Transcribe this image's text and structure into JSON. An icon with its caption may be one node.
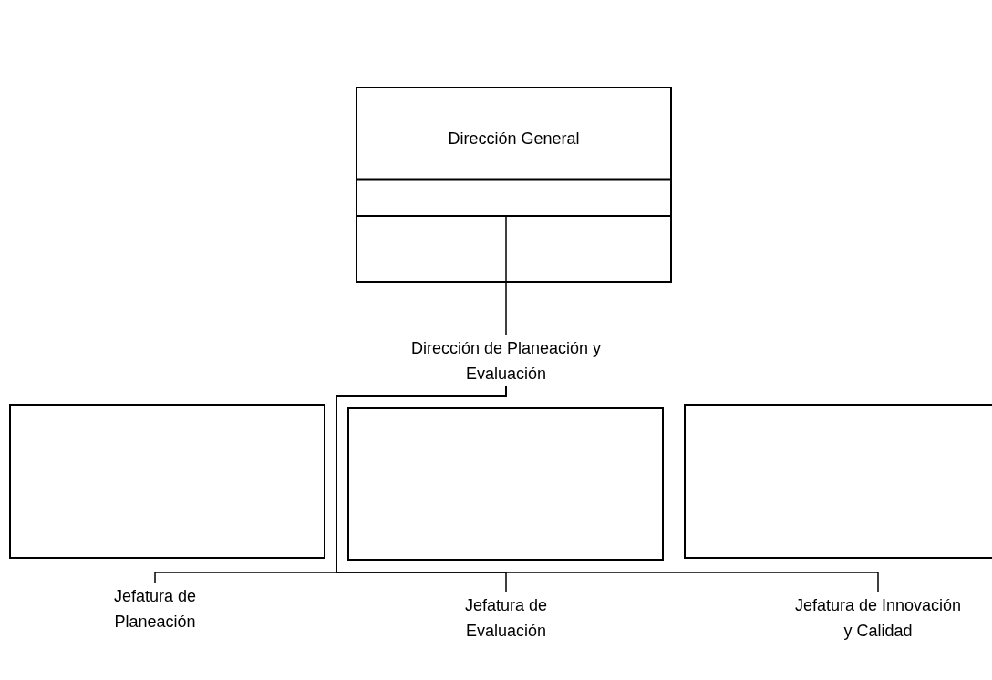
{
  "diagram": {
    "nodes": [
      {
        "text": [
          "Dirección General"
        ]
      },
      {
        "text": [
          "Dirección de Planeación y Evaluación"
        ]
      },
      {
        "text": [
          "Jefatura de Planeación"
        ]
      },
      {
        "text": [
          "Jefatura de Evaluación"
        ]
      },
      {
        "text": [
          "Jefatura de Innovación y Calidad"
        ]
      },
      {
        "text": [],
        "shape": "box"
      },
      {
        "text": [],
        "shape": "box"
      },
      {
        "text": [],
        "shape": "box"
      }
    ],
    "edges": [
      {
        "from": 0,
        "to": 1,
        "arrow": "none"
      },
      {
        "from": 1,
        "to": 2,
        "arrow": "none"
      },
      {
        "from": 1,
        "to": 3,
        "arrow": "none"
      },
      {
        "from": 1,
        "to": 4,
        "arrow": "none"
      }
    ]
  }
}
